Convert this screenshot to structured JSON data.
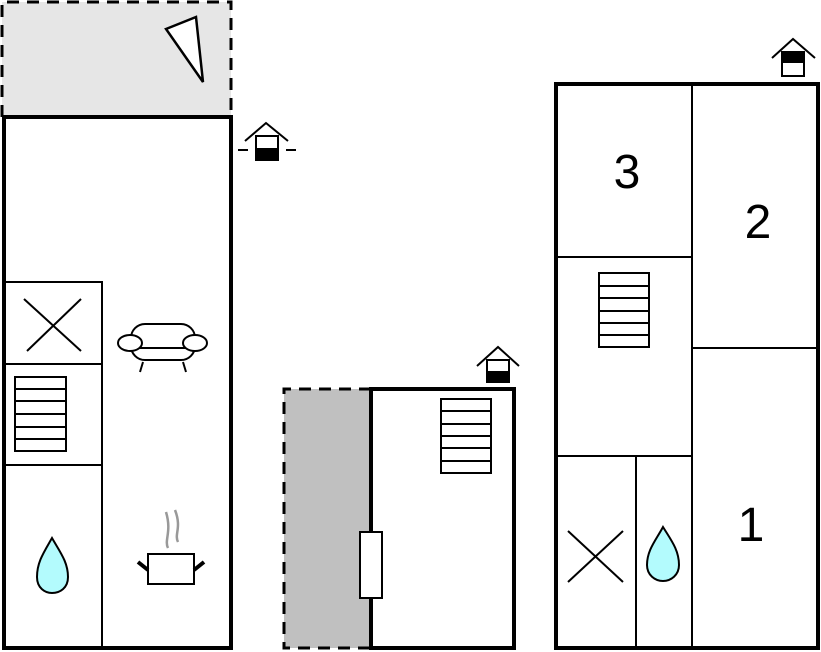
{
  "diagram": {
    "type": "floor-plan",
    "colors": {
      "wall": "#000000",
      "terrace_light": "#e6e6e6",
      "terrace_dark": "#c0c0c0",
      "water": "#b3fbfd",
      "steam": "#999999",
      "background": "#ffffff"
    },
    "buildings": [
      {
        "id": "building-left",
        "rooms": [
          {
            "name": "terrace",
            "icon": "terrace-marker-icon"
          },
          {
            "name": "bedroom-x",
            "icon": "bed-x-icon"
          },
          {
            "name": "living",
            "icon": "sofa-icon"
          },
          {
            "name": "stairs",
            "icon": "stairs-icon"
          },
          {
            "name": "bathroom",
            "icon": "water-drop-icon"
          },
          {
            "name": "kitchen",
            "icon": "cooking-pot-icon"
          }
        ],
        "entrance": "entrance-house-icon"
      },
      {
        "id": "building-middle",
        "rooms": [
          {
            "name": "terrace",
            "icon": ""
          },
          {
            "name": "hall",
            "icon": "stairs-icon"
          }
        ],
        "entrance": "entrance-house-icon"
      },
      {
        "id": "building-right",
        "rooms": [
          {
            "name": "room-3",
            "label": "3"
          },
          {
            "name": "room-2",
            "label": "2"
          },
          {
            "name": "stairs",
            "icon": "stairs-icon"
          },
          {
            "name": "room-1",
            "label": "1"
          },
          {
            "name": "bedroom-x",
            "icon": "bed-x-icon"
          },
          {
            "name": "bathroom",
            "icon": "water-drop-icon"
          }
        ],
        "entrance": "entrance-house-icon"
      }
    ],
    "labels": {
      "room1": "1",
      "room2": "2",
      "room3": "3"
    }
  }
}
